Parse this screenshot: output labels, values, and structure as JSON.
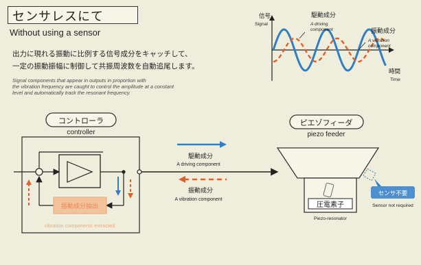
{
  "title": {
    "jp": "センサレスにて",
    "en": "Without using a sensor"
  },
  "description": {
    "jp_lines": [
      "出力に現れる振動に比例する信号成分をキャッチして、",
      "一定の振動振幅に制御して共振周波数を自動追尾します。"
    ],
    "en_lines": [
      "Signal components that appear in outputs in proportion with",
      "the vibration frequency are caught to control the amplitude at a constant",
      "level and automatically track the resonant frequency."
    ]
  },
  "waveform": {
    "y_label_jp": "信号",
    "y_label_en": "Signal",
    "x_label_jp": "時間",
    "x_label_en": "Time",
    "driving": {
      "jp": "駆動成分",
      "en_lines": [
        "A driving",
        "component"
      ]
    },
    "vibration": {
      "jp": "振動成分",
      "en_lines": [
        "A vibration",
        "component"
      ]
    }
  },
  "controller": {
    "label_jp": "コントローラ",
    "label_en": "controller",
    "extract_jp": "振動成分抽出",
    "extract_en": "vibration components extracted"
  },
  "signals": {
    "driving_jp": "駆動成分",
    "driving_en": "A driving component",
    "vibration_jp": "振動成分",
    "vibration_en": "A vibration component"
  },
  "feeder": {
    "label_jp": "ピエゾフィーダ",
    "label_en": "piezo feeder",
    "element_jp": "圧電素子",
    "element_en": "Piezo-resonator",
    "sensor_jp": "センサ不要",
    "sensor_en": "Sensor not required"
  },
  "colors": {
    "driving": "#2e7fc4",
    "vibration": "#e0602a",
    "extract_box": "#f0b48a",
    "text": "#1f1f1f"
  }
}
